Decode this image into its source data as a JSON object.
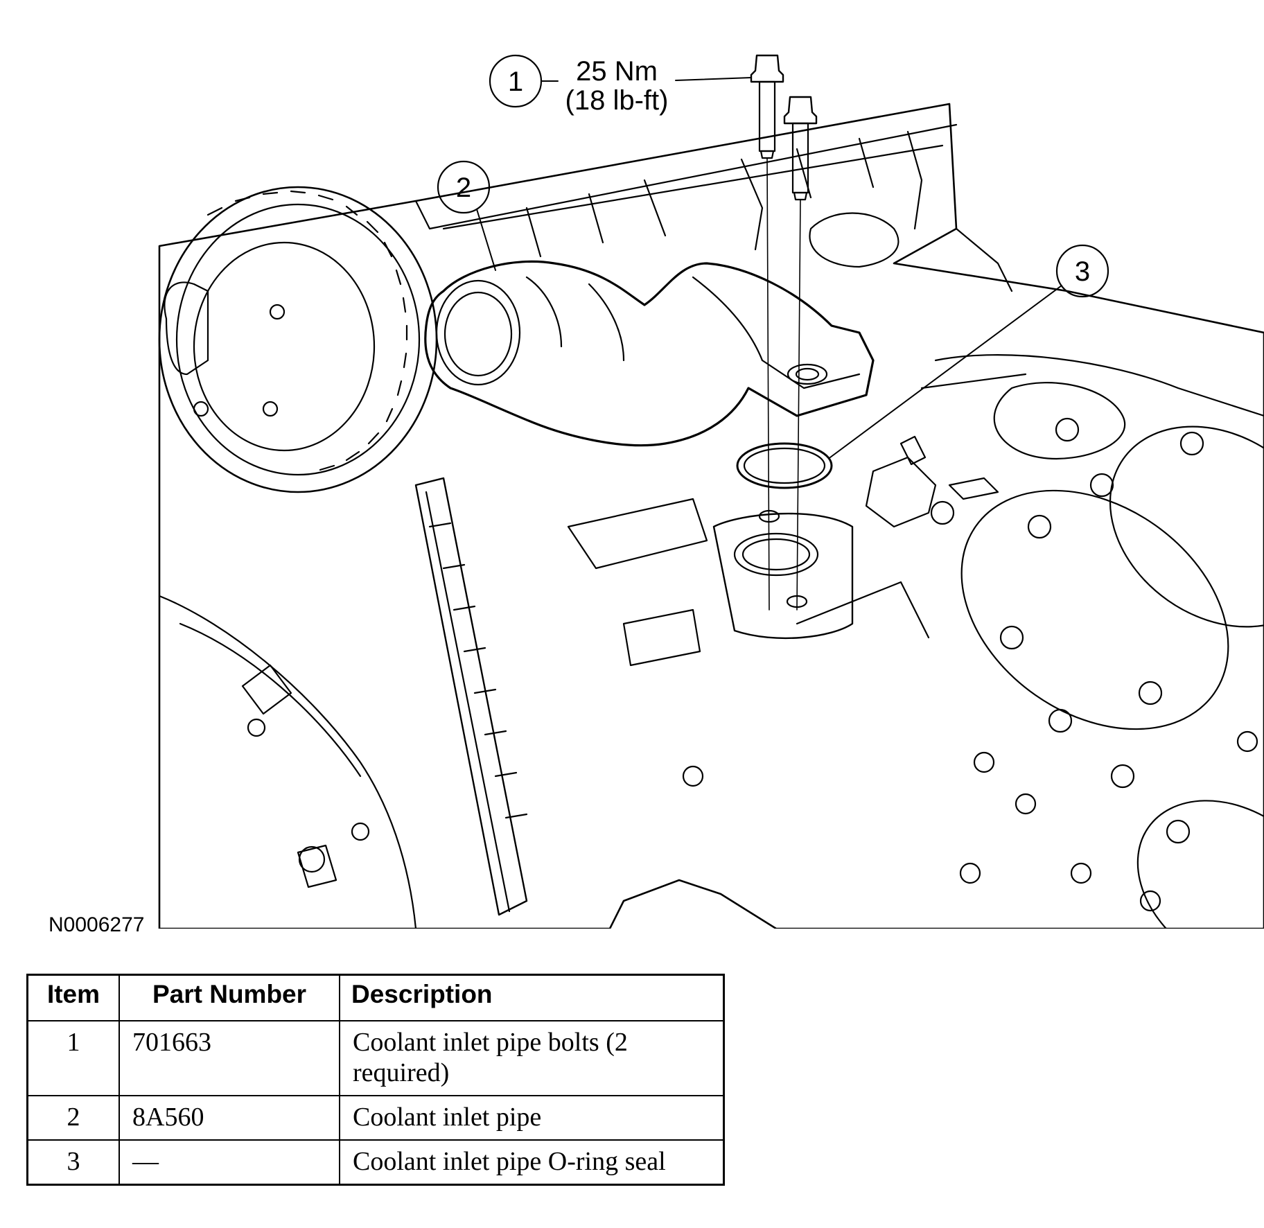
{
  "callouts": [
    {
      "number": "1",
      "label_line1": "25 Nm",
      "label_line2": "(18 lb-ft)"
    },
    {
      "number": "2"
    },
    {
      "number": "3"
    }
  ],
  "figure_id": "N0006277",
  "table": {
    "headers": [
      "Item",
      "Part Number",
      "Description"
    ],
    "rows": [
      {
        "item": "1",
        "part_number": "701663",
        "description": "Coolant inlet pipe bolts (2 required)"
      },
      {
        "item": "2",
        "part_number": "8A560",
        "description": "Coolant inlet pipe"
      },
      {
        "item": "3",
        "part_number": "—",
        "description": "Coolant inlet pipe O-ring seal"
      }
    ]
  }
}
